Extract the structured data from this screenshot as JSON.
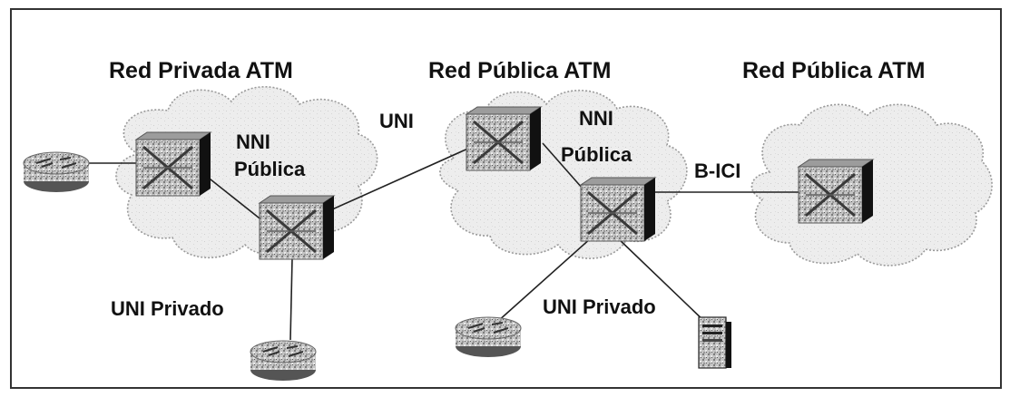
{
  "titles": {
    "left": "Red Privada ATM",
    "middle": "Red Pública ATM",
    "right": "Red Pública ATM"
  },
  "labels": {
    "uni": "UNI",
    "nni_left_1": "NNI",
    "nni_left_2": "Pública",
    "nni_mid_1": "NNI",
    "nni_mid_2": "Pública",
    "b_ici": "B-ICI",
    "uni_privado_left": "UNI Privado",
    "uni_privado_mid": "UNI Privado"
  },
  "colors": {
    "cloud_fill": "#ebebeb",
    "device_fill": "#bdbdbd",
    "device_side": "#111111",
    "frame": "#333333"
  },
  "icons": {
    "switch": "atm-switch-icon",
    "router": "router-icon",
    "server": "server-icon",
    "cloud": "cloud-icon"
  }
}
